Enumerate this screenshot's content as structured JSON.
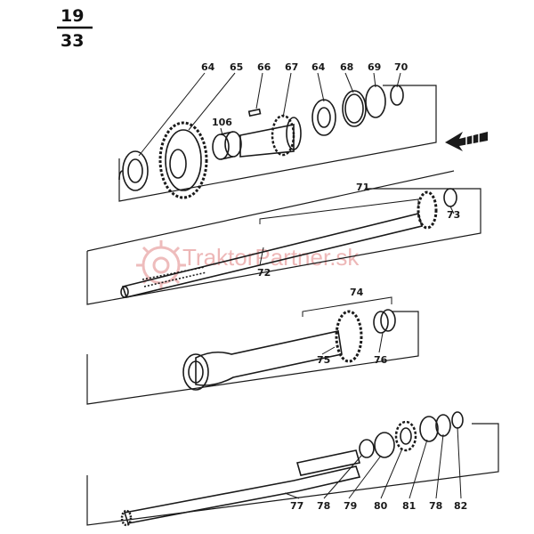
{
  "sheet": {
    "number_top": "19",
    "number_bottom": "33"
  },
  "watermark": {
    "text": "TraktorPartner.sk"
  },
  "colors": {
    "ink": "#1a1a1a",
    "watermark": "#e8a0a0",
    "paper": "#ffffff"
  },
  "assemblies": [
    {
      "id": "countershaft-assembly",
      "part_labels": [
        "64",
        "65",
        "66",
        "67",
        "64",
        "68",
        "69",
        "70",
        "106"
      ]
    },
    {
      "id": "main-shaft-assembly",
      "part_labels": [
        "71",
        "72",
        "73"
      ]
    },
    {
      "id": "pto-hollow-shaft-assembly",
      "part_labels": [
        "74",
        "75",
        "76"
      ]
    },
    {
      "id": "output-shaft-assembly",
      "part_labels": [
        "77",
        "78",
        "79",
        "80",
        "81",
        "78",
        "82"
      ]
    }
  ],
  "direction_arrow_icon": "direction-arrow-icon",
  "labels": {
    "p64a": "64",
    "p65": "65",
    "p66": "66",
    "p67": "67",
    "p64b": "64",
    "p68": "68",
    "p69": "69",
    "p70": "70",
    "p106": "106",
    "p71": "71",
    "p72": "72",
    "p73": "73",
    "p74": "74",
    "p75": "75",
    "p76": "76",
    "p77": "77",
    "p78a": "78",
    "p79": "79",
    "p80": "80",
    "p81": "81",
    "p78b": "78",
    "p82": "82"
  }
}
